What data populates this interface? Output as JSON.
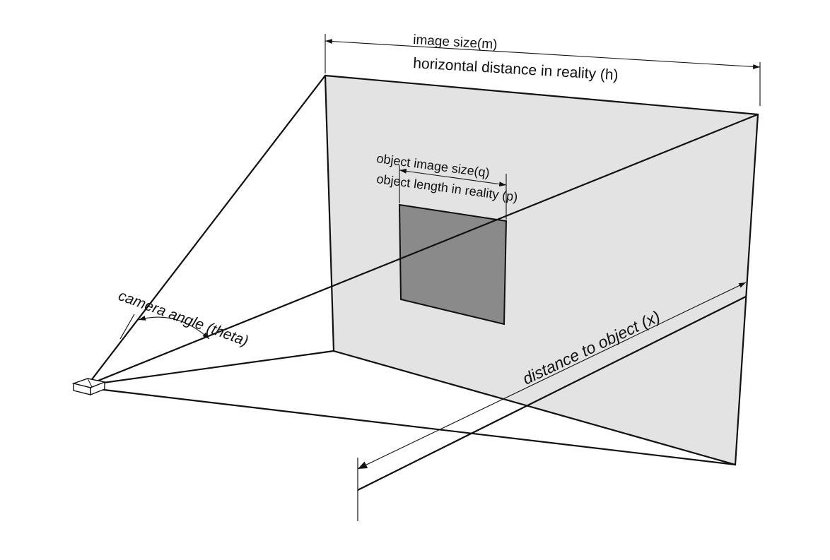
{
  "diagram": {
    "labels": {
      "image_size": "image size(m)",
      "horizontal_distance": "horizontal distance in reality (h)",
      "object_image_size": "object image size(q)",
      "object_length": "object length in reality (p)",
      "camera_angle": "camera angle (theta)",
      "distance_to_object": "distance to object (x)"
    },
    "colors": {
      "image_plane_fill": "#e3e3e3",
      "object_fill": "#8a8a8a",
      "stroke": "#111111",
      "background": "#ffffff"
    },
    "icons": {
      "camera": "camera-icon"
    }
  }
}
